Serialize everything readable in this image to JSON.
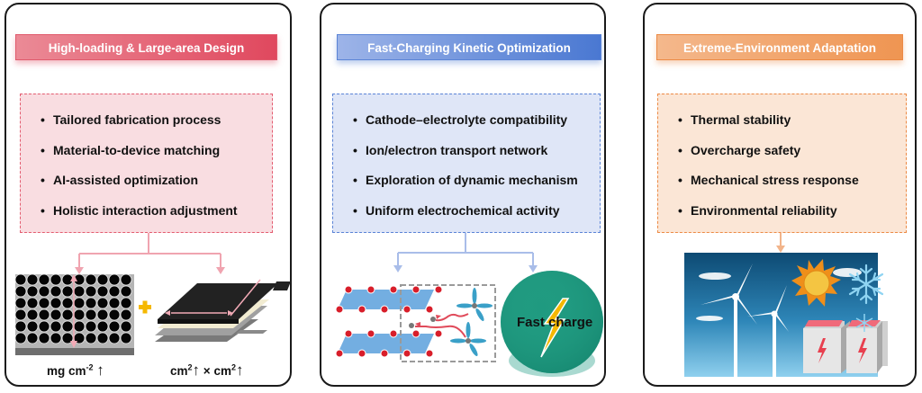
{
  "panels": [
    {
      "title": "High-loading & Large-area Design",
      "accent": "#e0485e",
      "bullets": [
        "Tailored fabrication process",
        "Material-to-device matching",
        "AI-assisted optimization",
        "Holistic interaction adjustment"
      ],
      "labels": {
        "loading_unit": "mg cm",
        "loading_exp": "-2",
        "area_unit_a": "cm",
        "area_exp_a": "2",
        "times": "×",
        "area_unit_b": "cm",
        "area_exp_b": "2",
        "up_arrow": "↑"
      }
    },
    {
      "title": "Fast-Charging Kinetic Optimization",
      "accent": "#4a78d2",
      "bullets": [
        "Cathode–electrolyte compatibility",
        "Ion/electron transport network",
        "Exploration of dynamic mechanism",
        "Uniform electrochemical activity"
      ],
      "labels": {
        "fast_charge": "Fast charge"
      }
    },
    {
      "title": "Extreme-Environment Adaptation",
      "accent": "#ec8a45",
      "bullets": [
        "Thermal stability",
        "Overcharge safety",
        "Mechanical stress response",
        "Environmental reliability"
      ]
    }
  ],
  "bullet_char": "•"
}
